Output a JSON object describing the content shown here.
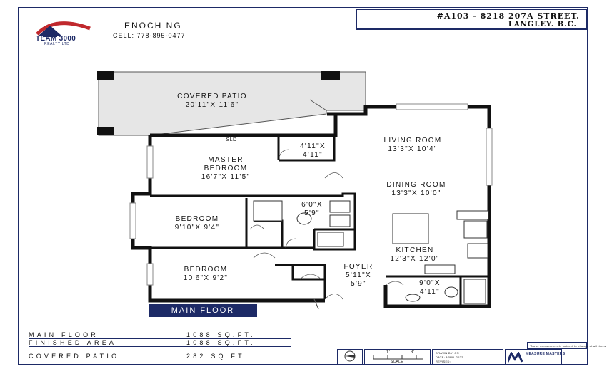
{
  "agent": {
    "brand_name": "TEAM 3000",
    "brand_sub": "REALTY LTD",
    "name": "ENOCH NG",
    "cell": "CELL: 778-895-0477"
  },
  "address": {
    "line1": "#A103 - 8218 207A STREET.",
    "line2": "LANGLEY. B.C."
  },
  "rooms": [
    {
      "name": "COVERED PATIO",
      "dims": "20'11\"X 11'6\""
    },
    {
      "name": "SLD",
      "dims": ""
    },
    {
      "name": "4'11\"X",
      "dims": "4'11\""
    },
    {
      "name": "MASTER",
      "dims": "BEDROOM"
    },
    {
      "name": "",
      "dims": "16'7\"X 11'5\""
    },
    {
      "name": "LIVING ROOM",
      "dims": "13'3\"X 10'4\""
    },
    {
      "name": "DINING ROOM",
      "dims": "13'3\"X 10'0\""
    },
    {
      "name": "6'0\"X",
      "dims": "5'9\""
    },
    {
      "name": "BEDROOM",
      "dims": "9'10\"X 9'4\""
    },
    {
      "name": "KITCHEN",
      "dims": "12'3\"X 12'0\""
    },
    {
      "name": "BEDROOM",
      "dims": "10'6\"X 9'2\""
    },
    {
      "name": "FOYER",
      "dims": "5'11\"X"
    },
    {
      "name": "",
      "dims": "5'9\""
    },
    {
      "name": "9'0\"X",
      "dims": "4'11\""
    }
  ],
  "floor_label": "MAIN FLOOR",
  "summary": [
    {
      "label": "MAIN FLOOR",
      "value": "1088 SQ.FT."
    },
    {
      "label": "FINISHED AREA",
      "value": "1088 SQ.FT."
    },
    {
      "label": "COVERED PATIO",
      "value": "282 SQ.FT."
    }
  ],
  "footer": {
    "scale_1": "1'",
    "scale_3": "3'",
    "scale_label": "SCALE",
    "drawn_by": "DRAWN BY: CN",
    "date": "DATE: APRIL 2022",
    "revised": "REVISED:",
    "company": "MEASURE MASTERS",
    "note": "*Note: measurements subject to change at all times"
  },
  "colors": {
    "accent": "#1d2a66",
    "logo_red": "#c0282d",
    "wall": "#111111",
    "patio": "#e6e6e6"
  }
}
